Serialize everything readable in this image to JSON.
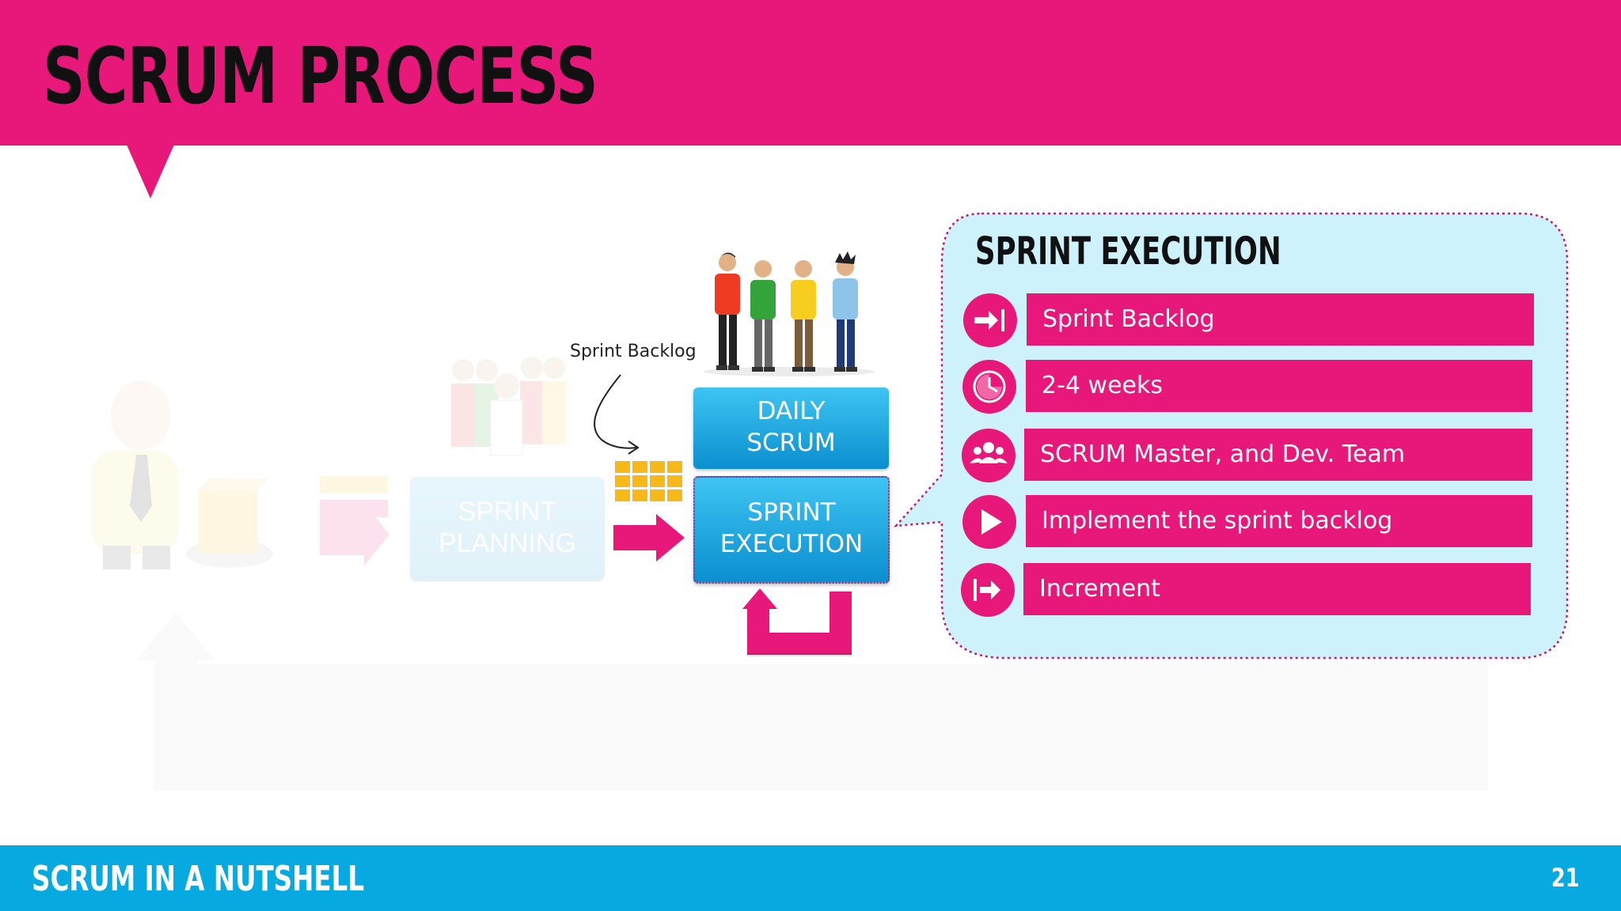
{
  "header": {
    "title": "SCRUM PROCESS"
  },
  "footer": {
    "title": "SCRUM IN A NUTSHELL",
    "page_number": "21"
  },
  "diagram": {
    "faded_box_label": "SPRINT\nPLANNING",
    "sprint_backlog_label": "Sprint Backlog",
    "daily_scrum_label": "DAILY\nSCRUM",
    "sprint_execution_label": "SPRINT\nEXECUTION"
  },
  "callout": {
    "title": "SPRINT EXECUTION",
    "rows": [
      {
        "icon": "arrow-into-bar-icon",
        "label": "Sprint Backlog"
      },
      {
        "icon": "clock-icon",
        "label": "2-4 weeks"
      },
      {
        "icon": "team-icon",
        "label": "SCRUM Master, and Dev. Team"
      },
      {
        "icon": "play-icon",
        "label": "Implement the sprint backlog"
      },
      {
        "icon": "arrow-out-of-bar-icon",
        "label": "Increment"
      }
    ]
  },
  "colors": {
    "magenta": "#e8187a",
    "blue": "#06a9e0",
    "callout_bg": "#cdf2fb",
    "backlog_yellow": "#f7b81a"
  }
}
